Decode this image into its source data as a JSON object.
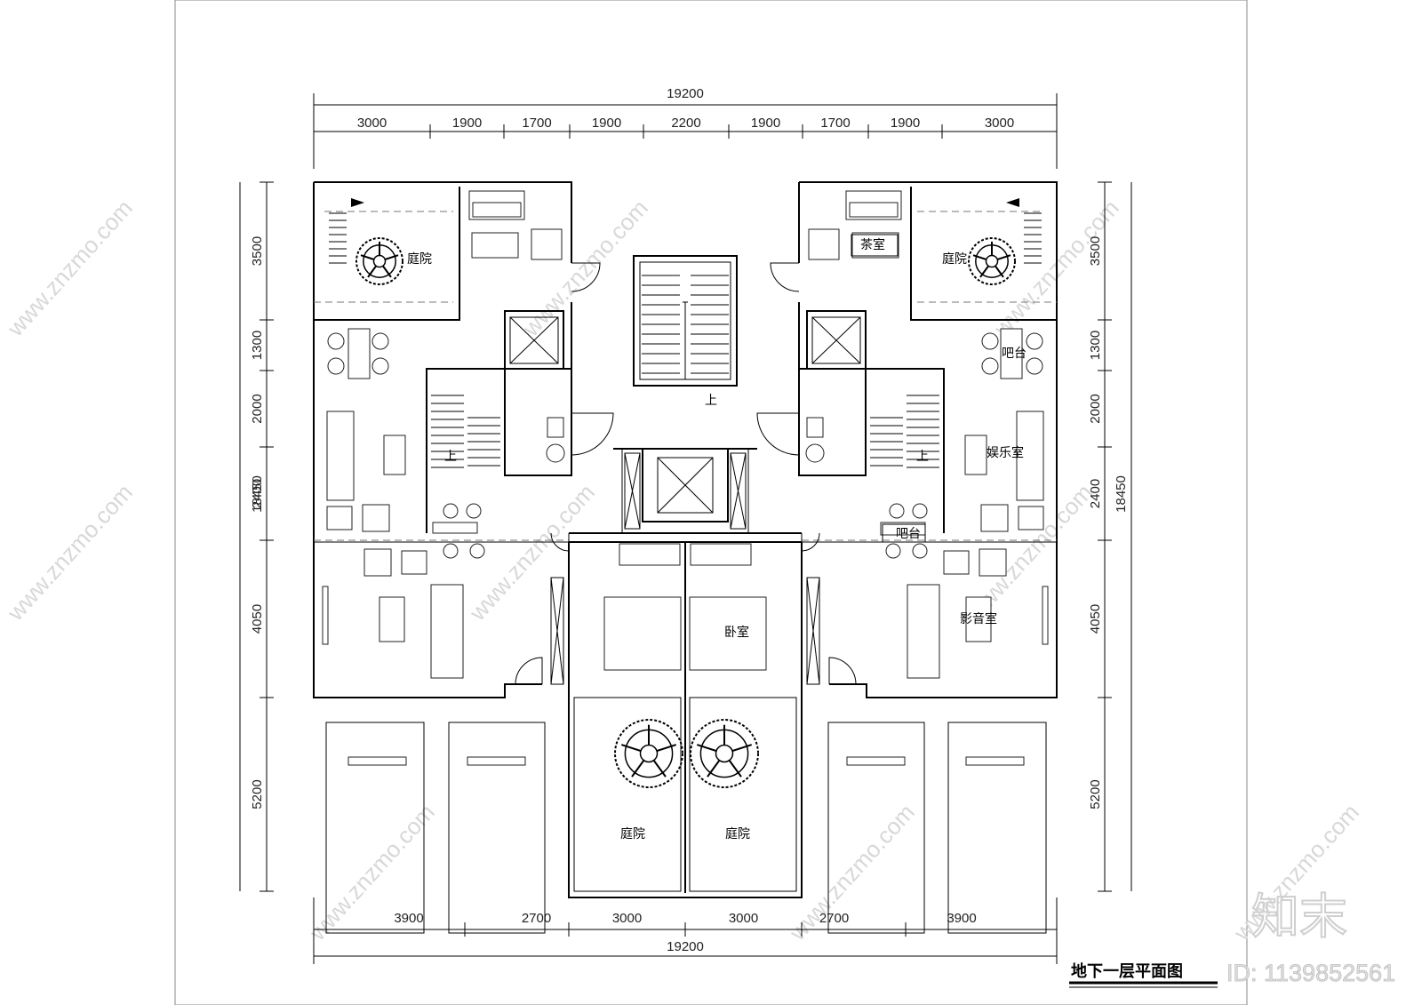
{
  "drawing": {
    "title": "地下一层平面图",
    "dims_top_total": "19200",
    "dims_top": [
      "3000",
      "1900",
      "1700",
      "1900",
      "2200",
      "1900",
      "1700",
      "1900",
      "3000"
    ],
    "dims_bottom": [
      "3900",
      "2700",
      "3000",
      "3000",
      "2700",
      "3900"
    ],
    "dims_bottom_total": "19200",
    "dims_left": [
      "3500",
      "1300",
      "2000",
      "2400",
      "4050",
      "5200"
    ],
    "dims_left_total": "18450",
    "dims_right": [
      "3500",
      "1300",
      "2000",
      "2400",
      "4050",
      "5200"
    ],
    "dims_right_total": "18450"
  },
  "rooms": {
    "courtyard_tl": "庭院",
    "courtyard_tr": "庭院",
    "tea_room": "茶室",
    "bar_upper": "吧台",
    "bar_lower": "吧台",
    "entertainment": "娱乐室",
    "av_room": "影音室",
    "bedroom": "卧室",
    "courtyard_bl": "庭院",
    "courtyard_br": "庭院",
    "stair_up_center": "上",
    "stair_up_left": "上",
    "stair_up_right": "上"
  },
  "branding": {
    "logo": "知末",
    "id_text": "ID: 1139852561",
    "watermark": "www.znzmo.com"
  }
}
